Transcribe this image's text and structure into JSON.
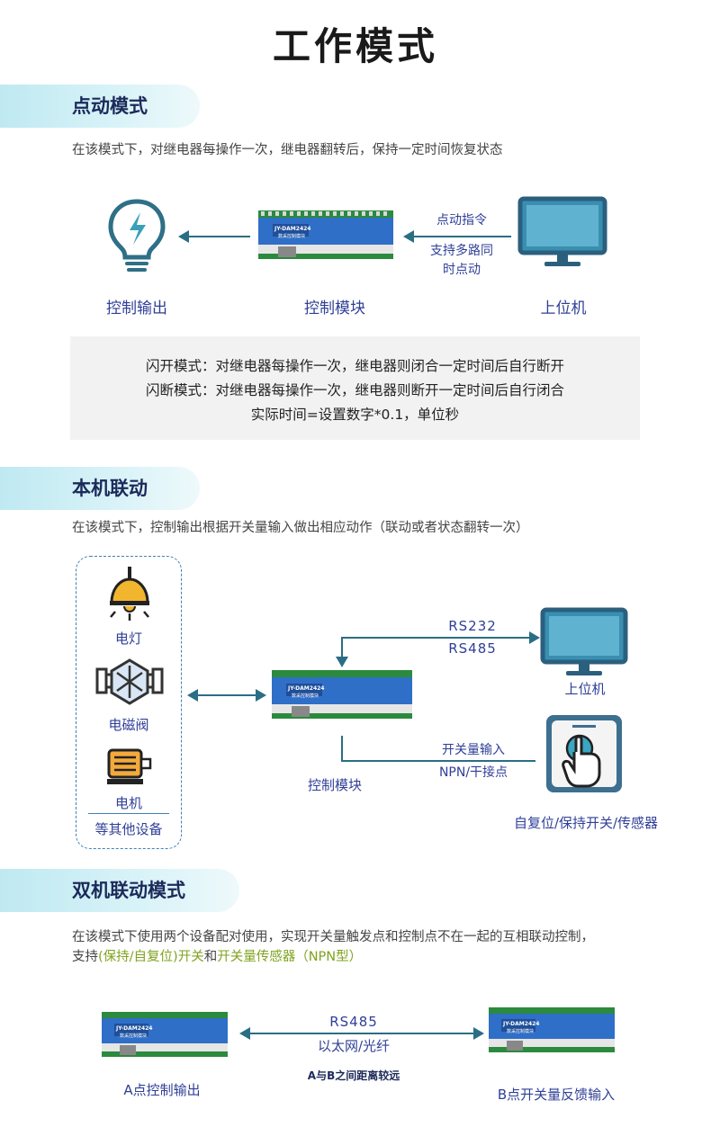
{
  "page_title": "工作模式",
  "colors": {
    "accent_blue": "#2f3f97",
    "line": "#2a6e85",
    "highlight_green": "#7fa31f",
    "section_bar": "#c8edf4"
  },
  "section1": {
    "title": "点动模式",
    "desc": "在该模式下，对继电器每操作一次，继电器翻转后，保持一定时间恢复状态",
    "label_output": "控制输出",
    "label_module": "控制模块",
    "label_pc": "上位机",
    "cmd_line1": "点动指令",
    "cmd_line2": "支持多路同",
    "cmd_line3": "时点动",
    "module_model": "JY-DAM2424",
    "module_sub": "数采控制模块",
    "box_line1": "闪开模式：对继电器每操作一次，继电器则闭合一定时间后自行断开",
    "box_line2": "闪断模式：对继电器每操作一次，继电器则断开一定时间后自行闭合",
    "box_line3": "实际时间=设置数字*0.1，单位秒"
  },
  "section2": {
    "title": "本机联动",
    "desc": "在该模式下，控制输出根据开关量输入做出相应动作（联动或者状态翻转一次）",
    "dev_lamp": "电灯",
    "dev_valve": "电磁阀",
    "dev_motor": "电机",
    "dev_other": "等其他设备",
    "rs232": "RS232",
    "rs485": "RS485",
    "label_pc": "上位机",
    "label_module": "控制模块",
    "input_line1": "开关量输入",
    "input_line2": "NPN/干接点",
    "switch_label": "自复位/保持开关/传感器",
    "module_model": "JY-DAM2424",
    "module_sub": "数采控制模块"
  },
  "section3": {
    "title": "双机联动模式",
    "desc_line1": "在该模式下使用两个设备配对使用，实现开关量触发点和控制点不在一起的互相联动控制，",
    "desc_line2_a": "支持",
    "desc_line2_b": "(保持/自复位)开关",
    "desc_line2_c": "和",
    "desc_line2_d": "开关量传感器（NPN型）",
    "rs485": "RS485",
    "ethernet": "以太网/光纤",
    "distance": "A与B之间距离较远",
    "label_a": "A点控制输出",
    "label_b": "B点开关量反馈输入",
    "module_model": "JY-DAM2424",
    "module_sub": "数采控制模块"
  }
}
